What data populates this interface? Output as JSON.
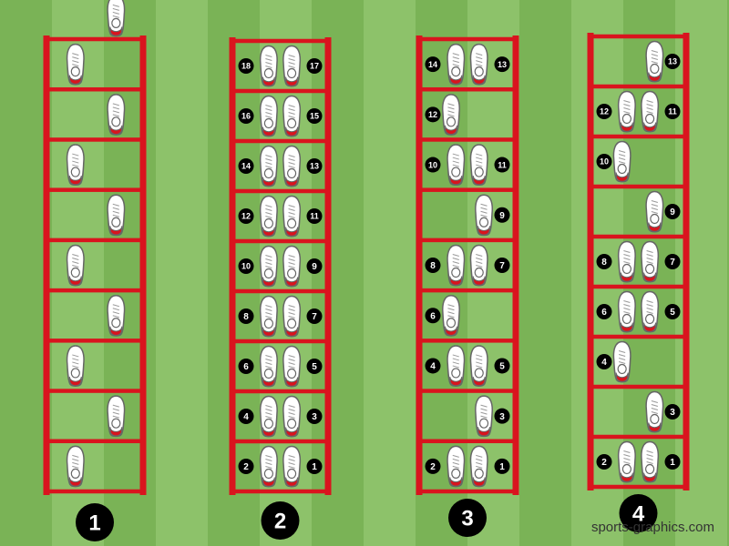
{
  "colors": {
    "grass_light": "#8dc26a",
    "grass_dark": "#7ab356",
    "ladder": "#d9141e",
    "badge": "#000000",
    "badge_text": "#ffffff",
    "shoe_fill": "#ffffff",
    "shoe_outline": "#666666",
    "shoe_sole": "#d9141e",
    "watermark": "#333333"
  },
  "watermark": "sports-graphics.com",
  "drills": [
    {
      "label": "1",
      "steps": [
        {
          "cell": 0,
          "foot": "L",
          "n": ""
        },
        {
          "cell": 1,
          "foot": "R",
          "n": ""
        },
        {
          "cell": 2,
          "foot": "L",
          "n": ""
        },
        {
          "cell": 3,
          "foot": "R",
          "n": ""
        },
        {
          "cell": 4,
          "foot": "L",
          "n": ""
        },
        {
          "cell": 5,
          "foot": "R",
          "n": ""
        },
        {
          "cell": 6,
          "foot": "L",
          "n": ""
        },
        {
          "cell": 7,
          "foot": "R",
          "n": ""
        },
        {
          "cell": 8,
          "foot": "L",
          "n": ""
        },
        {
          "cell": 9,
          "foot": "R",
          "n": ""
        }
      ]
    },
    {
      "label": "2",
      "steps": [
        {
          "cell": 0,
          "foot": "L",
          "n": "2"
        },
        {
          "cell": 0,
          "foot": "R",
          "n": "1"
        },
        {
          "cell": 1,
          "foot": "L",
          "n": "4"
        },
        {
          "cell": 1,
          "foot": "R",
          "n": "3"
        },
        {
          "cell": 2,
          "foot": "L",
          "n": "6"
        },
        {
          "cell": 2,
          "foot": "R",
          "n": "5"
        },
        {
          "cell": 3,
          "foot": "L",
          "n": "8"
        },
        {
          "cell": 3,
          "foot": "R",
          "n": "7"
        },
        {
          "cell": 4,
          "foot": "L",
          "n": "10"
        },
        {
          "cell": 4,
          "foot": "R",
          "n": "9"
        },
        {
          "cell": 5,
          "foot": "L",
          "n": "12"
        },
        {
          "cell": 5,
          "foot": "R",
          "n": "11"
        },
        {
          "cell": 6,
          "foot": "L",
          "n": "14"
        },
        {
          "cell": 6,
          "foot": "R",
          "n": "13"
        },
        {
          "cell": 7,
          "foot": "L",
          "n": "16"
        },
        {
          "cell": 7,
          "foot": "R",
          "n": "15"
        },
        {
          "cell": 8,
          "foot": "L",
          "n": "18"
        },
        {
          "cell": 8,
          "foot": "R",
          "n": "17"
        }
      ]
    },
    {
      "label": "3",
      "steps": [
        {
          "cell": 0,
          "foot": "L",
          "n": "2"
        },
        {
          "cell": 0,
          "foot": "R",
          "n": "1"
        },
        {
          "cell": 1,
          "foot": "R",
          "n": "3"
        },
        {
          "cell": 2,
          "foot": "L",
          "n": "4"
        },
        {
          "cell": 2,
          "foot": "R",
          "n": "5"
        },
        {
          "cell": 3,
          "foot": "L",
          "n": "6"
        },
        {
          "cell": 4,
          "foot": "L",
          "n": "8"
        },
        {
          "cell": 4,
          "foot": "R",
          "n": "7"
        },
        {
          "cell": 5,
          "foot": "R",
          "n": "9"
        },
        {
          "cell": 6,
          "foot": "L",
          "n": "10"
        },
        {
          "cell": 6,
          "foot": "R",
          "n": "11"
        },
        {
          "cell": 7,
          "foot": "L",
          "n": "12"
        },
        {
          "cell": 8,
          "foot": "L",
          "n": "14"
        },
        {
          "cell": 8,
          "foot": "R",
          "n": "13"
        }
      ]
    },
    {
      "label": "4",
      "steps": [
        {
          "cell": 0,
          "foot": "L",
          "n": "2"
        },
        {
          "cell": 0,
          "foot": "R",
          "n": "1"
        },
        {
          "cell": 1,
          "foot": "R",
          "n": "3"
        },
        {
          "cell": 2,
          "foot": "L",
          "n": "4"
        },
        {
          "cell": 3,
          "foot": "L",
          "n": "6"
        },
        {
          "cell": 3,
          "foot": "R",
          "n": "5"
        },
        {
          "cell": 4,
          "foot": "L",
          "n": "8"
        },
        {
          "cell": 4,
          "foot": "R",
          "n": "7"
        },
        {
          "cell": 5,
          "foot": "R",
          "n": "9"
        },
        {
          "cell": 6,
          "foot": "L",
          "n": "10"
        },
        {
          "cell": 7,
          "foot": "L",
          "n": "12"
        },
        {
          "cell": 7,
          "foot": "R",
          "n": "11"
        },
        {
          "cell": 8,
          "foot": "R",
          "n": "13"
        }
      ]
    }
  ]
}
